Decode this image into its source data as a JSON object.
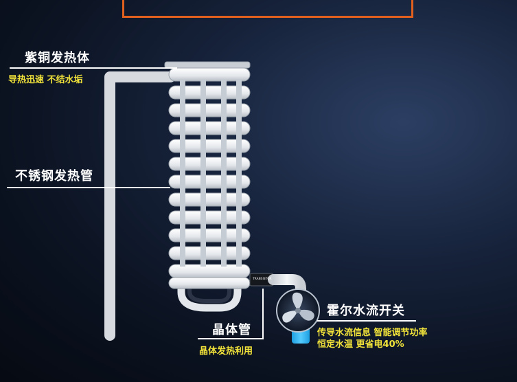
{
  "copper_heater": {
    "title": "紫铜发热体",
    "feature": "导热迅速  不结水垢"
  },
  "stainless_tube": {
    "title": "不锈钢发热管"
  },
  "transistor_tube": {
    "title": "晶体管",
    "feature": "晶体发热利用",
    "chip_marking": "TRANSISTOR"
  },
  "hall_switch": {
    "title": "霍尔水流开关",
    "feature_line1": "传导水流信息  智能调节功率",
    "feature_line2": "恒定水温  更省电40%"
  },
  "colors": {
    "accent_frame": "#e2601e",
    "title_text": "#ffffff",
    "feature_text": "#f2e33a",
    "pipe": "#e8ebef",
    "water": "#29b6f6"
  }
}
